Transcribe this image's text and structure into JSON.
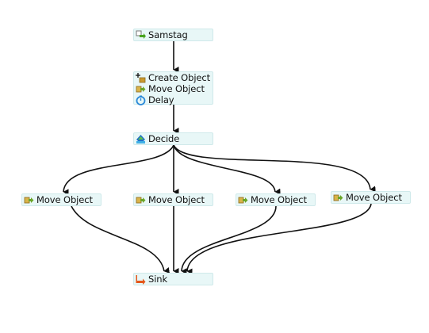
{
  "nodes": {
    "source": {
      "rows": [
        {
          "label": "Samstag",
          "icon": "source-icon"
        }
      ]
    },
    "chain": {
      "rows": [
        {
          "label": "Create Object",
          "icon": "create-object-icon"
        },
        {
          "label": "Move Object",
          "icon": "move-object-icon"
        },
        {
          "label": "Delay",
          "icon": "delay-icon"
        }
      ]
    },
    "decide": {
      "rows": [
        {
          "label": "Decide",
          "icon": "decide-icon"
        }
      ]
    },
    "move1": {
      "rows": [
        {
          "label": "Move Object",
          "icon": "move-object-icon"
        }
      ]
    },
    "move2": {
      "rows": [
        {
          "label": "Move Object",
          "icon": "move-object-icon"
        }
      ]
    },
    "move3": {
      "rows": [
        {
          "label": "Move Object",
          "icon": "move-object-icon"
        }
      ]
    },
    "move4": {
      "rows": [
        {
          "label": "Move Object",
          "icon": "move-object-icon"
        }
      ]
    },
    "sink": {
      "rows": [
        {
          "label": "Sink",
          "icon": "sink-icon"
        }
      ]
    }
  },
  "edges": [
    {
      "from": "source",
      "to": "chain"
    },
    {
      "from": "chain",
      "to": "decide"
    },
    {
      "from": "decide",
      "to": "move1"
    },
    {
      "from": "decide",
      "to": "move2"
    },
    {
      "from": "decide",
      "to": "move3"
    },
    {
      "from": "decide",
      "to": "move4"
    },
    {
      "from": "move1",
      "to": "sink"
    },
    {
      "from": "move2",
      "to": "sink"
    },
    {
      "from": "move3",
      "to": "sink"
    },
    {
      "from": "move4",
      "to": "sink"
    }
  ],
  "colors": {
    "node_fill": "#e8f7f7",
    "node_border": "#cfe9ea",
    "edge": "#111111",
    "move_icon": "#6aa629",
    "delay_icon": "#2a88d8",
    "decide_icon": "#1f6fc6",
    "sink_icon": "#e4571b",
    "create_icon": "#c99a2e"
  }
}
